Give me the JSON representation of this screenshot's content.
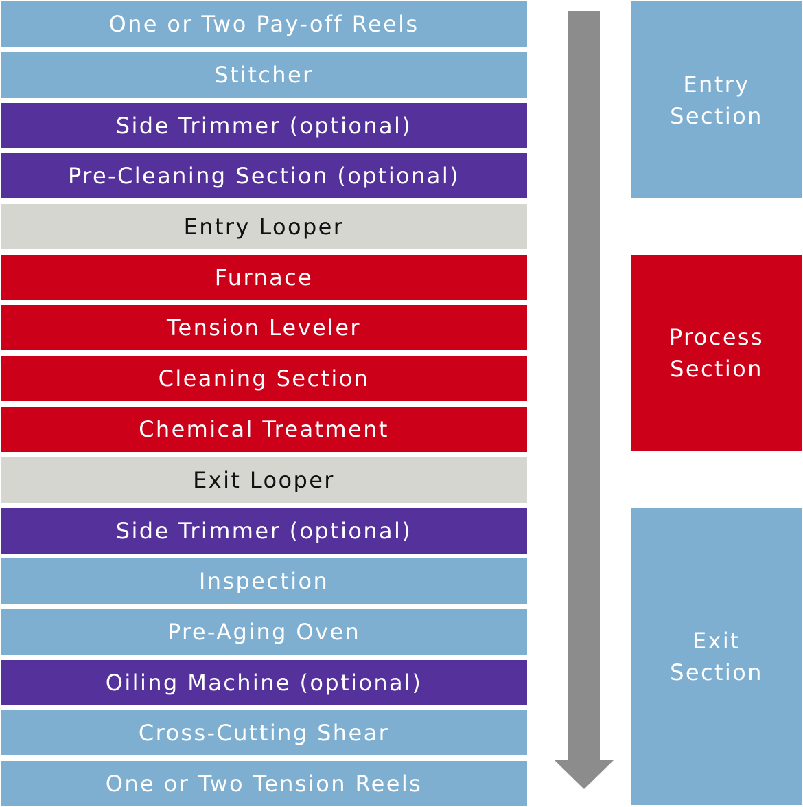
{
  "steps": [
    {
      "label": "One or Two Pay-off Reels",
      "color": "blue"
    },
    {
      "label": "Stitcher",
      "color": "blue"
    },
    {
      "label": "Side Trimmer (optional)",
      "color": "purple"
    },
    {
      "label": "Pre-Cleaning Section (optional)",
      "color": "purple"
    },
    {
      "label": "Entry Looper",
      "color": "gray"
    },
    {
      "label": "Furnace",
      "color": "red"
    },
    {
      "label": "Tension Leveler",
      "color": "red"
    },
    {
      "label": "Cleaning Section",
      "color": "red"
    },
    {
      "label": "Chemical Treatment",
      "color": "red"
    },
    {
      "label": "Exit Looper",
      "color": "gray"
    },
    {
      "label": "Side Trimmer (optional)",
      "color": "purple"
    },
    {
      "label": "Inspection",
      "color": "blue"
    },
    {
      "label": "Pre-Aging Oven",
      "color": "blue"
    },
    {
      "label": "Oiling Machine (optional)",
      "color": "purple"
    },
    {
      "label": "Cross-Cutting Shear",
      "color": "blue"
    },
    {
      "label": "One or Two Tension Reels",
      "color": "blue"
    }
  ],
  "sections": {
    "entry": {
      "line1": "Entry",
      "line2": "Section"
    },
    "process": {
      "line1": "Process",
      "line2": "Section"
    },
    "exit": {
      "line1": "Exit",
      "line2": "Section"
    }
  },
  "colors": {
    "blue": "#7eaed0",
    "purple": "#55329b",
    "gray": "#d6d6d0",
    "red": "#cc0019",
    "arrow": "#8c8c8c"
  },
  "flow_arrow": {
    "direction": "down"
  }
}
